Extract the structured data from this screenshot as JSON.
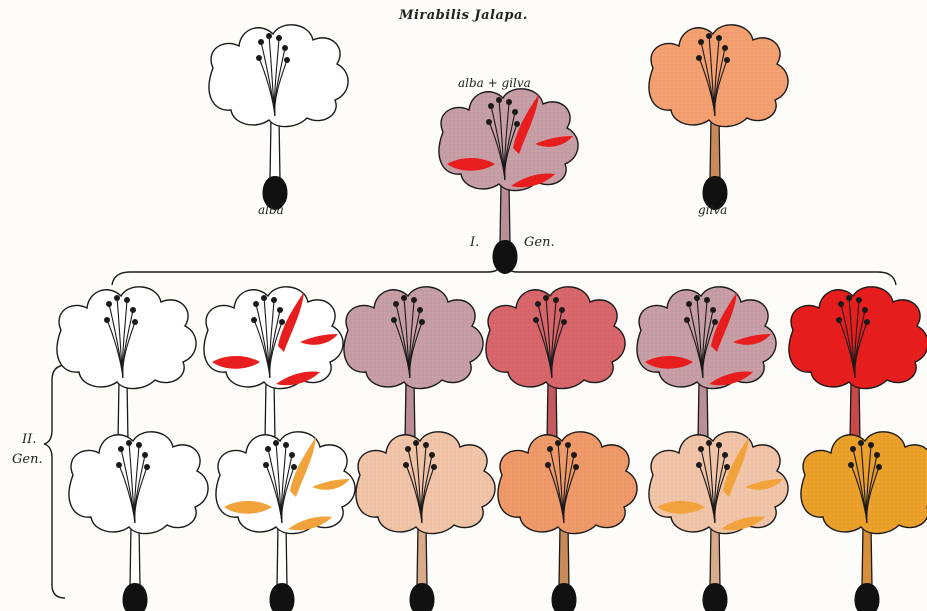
{
  "title": "Mirabilis Jalapa.",
  "parents": {
    "left_label": "alba",
    "right_label": "gilva",
    "cross_label": "alba + gilva"
  },
  "generations": {
    "first": "I.",
    "first_suffix": "Gen.",
    "second_numeral": "II.",
    "second_suffix": "Gen."
  },
  "colors": {
    "white": "#ffffff",
    "pale_pink": "#c79ea5",
    "rose": "#d9666b",
    "red": "#e81e1e",
    "pale_peach": "#f2c4a8",
    "orange": "#f09a6a",
    "golden": "#eba12a",
    "outline": "#1a1a1a",
    "red_streak": "#e81e1e",
    "orange_streak": "#f2a23a"
  },
  "flowers": {
    "parents": [
      {
        "name": "alba",
        "fill": "#ffffff",
        "streak": ""
      },
      {
        "name": "alba + gilva",
        "fill": "#c79ea5",
        "streak": "#e81e1e"
      },
      {
        "name": "gilva",
        "fill": "#f5a070",
        "streak": ""
      }
    ],
    "second_gen_row1": [
      {
        "fill": "#ffffff",
        "streak": ""
      },
      {
        "fill": "#ffffff",
        "streak": "#e81e1e"
      },
      {
        "fill": "#c79ea5",
        "streak": ""
      },
      {
        "fill": "#d9666b",
        "streak": ""
      },
      {
        "fill": "#c79ea5",
        "streak": "#e81e1e"
      },
      {
        "fill": "#e81e1e",
        "streak": ""
      }
    ],
    "second_gen_row2": [
      {
        "fill": "#ffffff",
        "streak": ""
      },
      {
        "fill": "#ffffff",
        "streak": "#f2a23a"
      },
      {
        "fill": "#f2c4a8",
        "streak": ""
      },
      {
        "fill": "#f09a6a",
        "streak": ""
      },
      {
        "fill": "#f2c4a8",
        "streak": "#f2a23a"
      },
      {
        "fill": "#eba12a",
        "streak": ""
      }
    ]
  }
}
